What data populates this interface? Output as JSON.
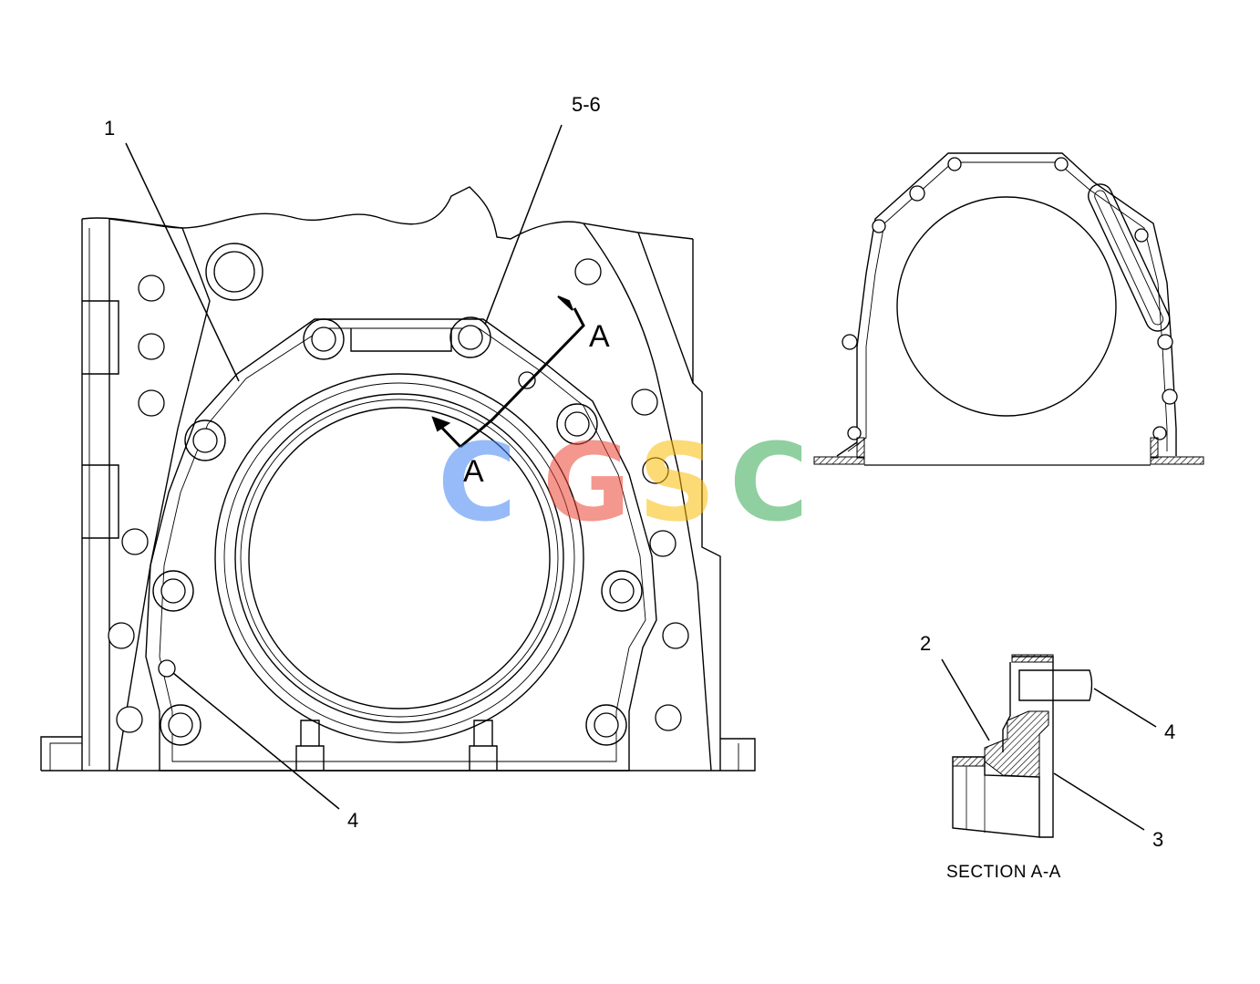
{
  "callouts": {
    "c1": "1",
    "c56": "5-6",
    "c4_main": "4",
    "c2": "2",
    "c4_section": "4",
    "c3": "3",
    "arrow_a_top": "A",
    "arrow_a_bottom": "A"
  },
  "section_caption": "SECTION A-A",
  "watermark": {
    "letters": [
      "C",
      "G",
      "S",
      "C"
    ],
    "colors": [
      "#4285f4",
      "#ea4335",
      "#fbbc05",
      "#34a853"
    ]
  }
}
